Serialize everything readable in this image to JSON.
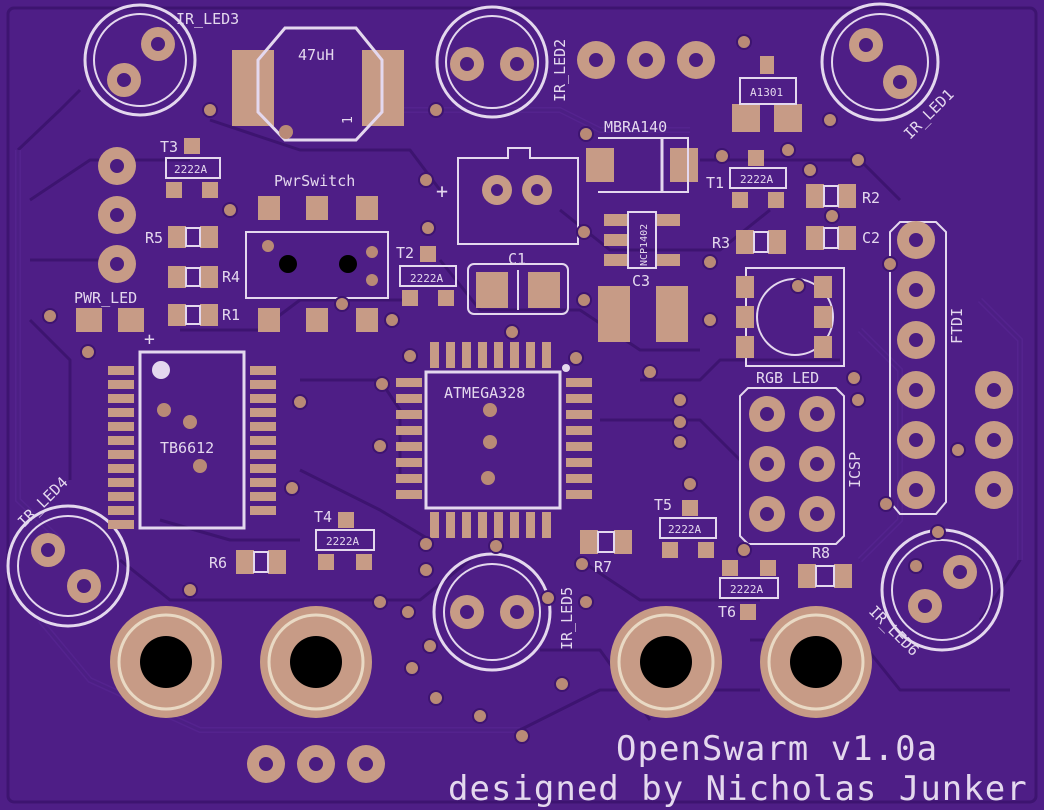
{
  "board": {
    "title": "OpenSwarm v1.0a",
    "credit": "designed by Nicholas Junker"
  },
  "colors": {
    "board": "#4e1e86",
    "trace": "#5a2896",
    "trace_edge": "#3d1470",
    "copper_pad": "#c79b86",
    "silkscreen": "#e4d8ee",
    "drill": "#000000",
    "via": "#b98a76"
  },
  "labels": {
    "ir_led1": "IR_LED1",
    "ir_led2": "IR_LED2",
    "ir_led3": "IR_LED3",
    "ir_led4": "IR_LED4",
    "ir_led5": "IR_LED5",
    "ir_led6": "IR_LED6",
    "inductor": "47uH",
    "inductor_pin": "1",
    "a1301": "A1301",
    "mbra140": "MBRA140",
    "t1": "T1",
    "t2": "T2",
    "t3": "T3",
    "t4": "T4",
    "t5": "T5",
    "t6": "T6",
    "transistor": "2222A",
    "r1": "R1",
    "r2": "R2",
    "r3": "R3",
    "r4": "R4",
    "r5": "R5",
    "r6": "R6",
    "r7": "R7",
    "r8": "R8",
    "c1": "C1",
    "c2": "C2",
    "c3": "C3",
    "pwr_switch": "PwrSwitch",
    "pwr_led": "PWR_LED",
    "ncp1402": "NCP1402",
    "rgb_led": "RGB LED",
    "ftdi": "FTDI",
    "icsp": "ICSP",
    "atmega": "ATMEGA328",
    "tb6612": "TB6612",
    "plus": "+"
  }
}
